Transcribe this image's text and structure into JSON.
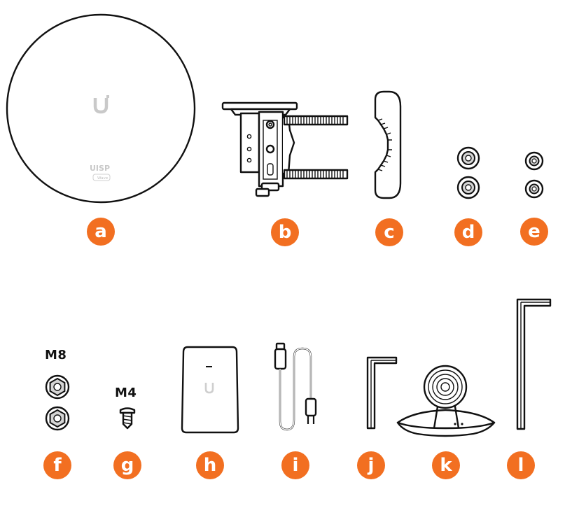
{
  "colors": {
    "badge": "#f26f21",
    "line": "#111111",
    "logo": "#cfcfcf"
  },
  "items": [
    {
      "id": "a",
      "label": "a"
    },
    {
      "id": "b",
      "label": "b"
    },
    {
      "id": "c",
      "label": "c"
    },
    {
      "id": "d",
      "label": "d"
    },
    {
      "id": "e",
      "label": "e"
    },
    {
      "id": "f",
      "label": "f",
      "size": "M8"
    },
    {
      "id": "g",
      "label": "g",
      "size": "M4"
    },
    {
      "id": "h",
      "label": "h"
    },
    {
      "id": "i",
      "label": "i"
    },
    {
      "id": "j",
      "label": "j"
    },
    {
      "id": "k",
      "label": "k"
    },
    {
      "id": "l",
      "label": "l"
    }
  ],
  "dish_logo": {
    "brand": "UISP",
    "badge_text": "Wave"
  }
}
